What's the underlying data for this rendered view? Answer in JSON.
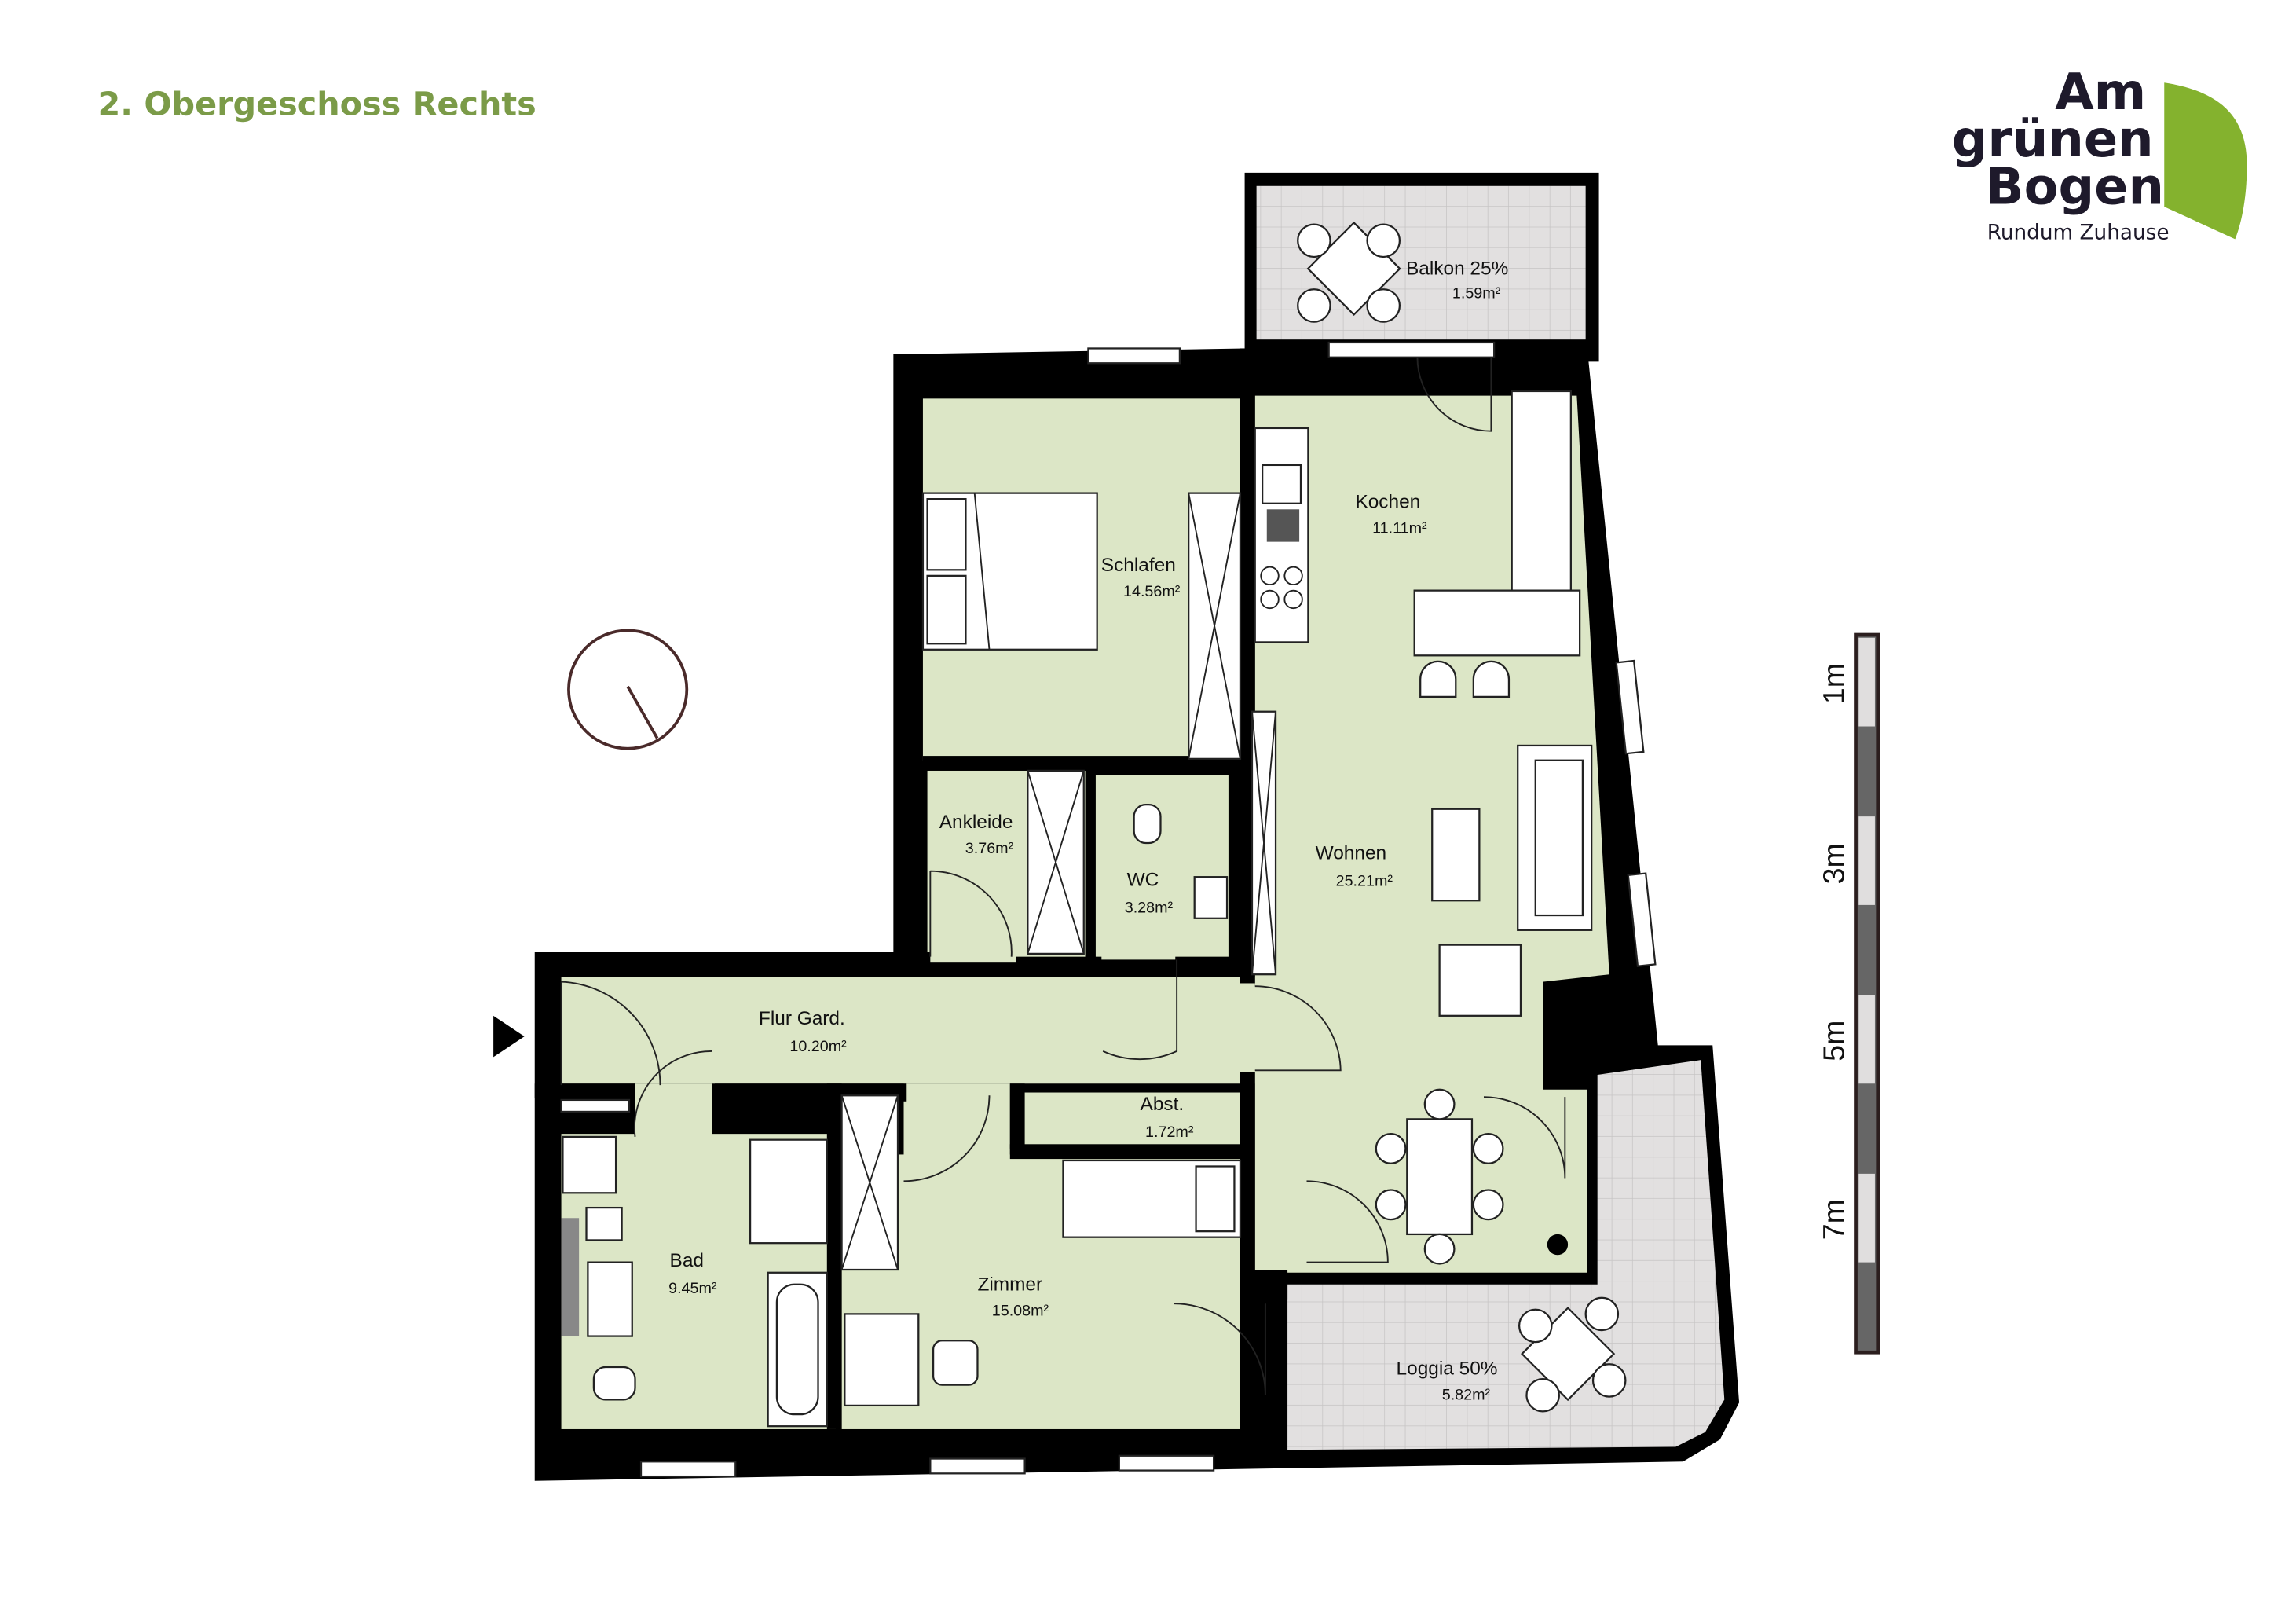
{
  "header": {
    "title": "2. Obergeschoss Rechts"
  },
  "logo": {
    "line1": "Am",
    "line2": "grünen",
    "line3": "Bogen",
    "tagline": "Rundum Zuhause",
    "leaf_color": "#84b22e"
  },
  "rooms": {
    "balkon": {
      "name": "Balkon 25%",
      "area": "1.59m²"
    },
    "kochen": {
      "name": "Kochen",
      "area": "11.11m²"
    },
    "schlafen": {
      "name": "Schlafen",
      "area": "14.56m²"
    },
    "ankleide": {
      "name": "Ankleide",
      "area": "3.76m²"
    },
    "wc": {
      "name": "WC",
      "area": "3.28m²"
    },
    "wohnen": {
      "name": "Wohnen",
      "area": "25.21m²"
    },
    "flur": {
      "name": "Flur Gard.",
      "area": "10.20m²"
    },
    "abst": {
      "name": "Abst.",
      "area": "1.72m²"
    },
    "bad": {
      "name": "Bad",
      "area": "9.45m²"
    },
    "zimmer": {
      "name": "Zimmer",
      "area": "15.08m²"
    },
    "loggia": {
      "name": "Loggia 50%",
      "area": "5.82m²"
    }
  },
  "scale_bar": {
    "labels": [
      "1m",
      "3m",
      "5m",
      "7m"
    ]
  },
  "colors": {
    "room_fill": "#dce6c6",
    "outdoor_fill": "#e2e0e0",
    "wall": "#000000",
    "title": "#7b9b48"
  }
}
